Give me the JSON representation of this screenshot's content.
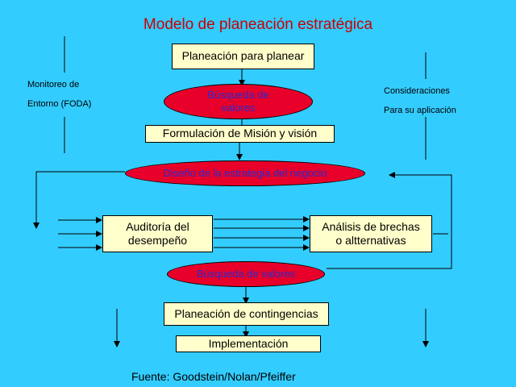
{
  "title": "Modelo de planeación estratégica",
  "nodes": {
    "planear": "Planeación para planear",
    "busqueda1": "Búsqueda de valores",
    "formulacion": "Formulación de Misión y visión",
    "diseno": "Diseño de la estrategia del negocio",
    "auditoria": "Auditoría del desempeño",
    "analisis": "Análisis de brechas o altternativas",
    "busqueda2": "Búsqueda de valores",
    "contingencias": "Planeación de contingencias",
    "implementacion": "Implementación"
  },
  "side_left": [
    "Monitoreo de",
    "Entorno (FODA)"
  ],
  "side_right": [
    "Consideraciones",
    "Para su aplicación"
  ],
  "footer": "Fuente: Goodstein/Nolan/Pfeiffer",
  "colors": {
    "background": "#33ccff",
    "box_fill": "#ffffcc",
    "ellipse_fill": "#e8002a",
    "ellipse_text": "#2a2acc",
    "title": "#cc0000"
  }
}
